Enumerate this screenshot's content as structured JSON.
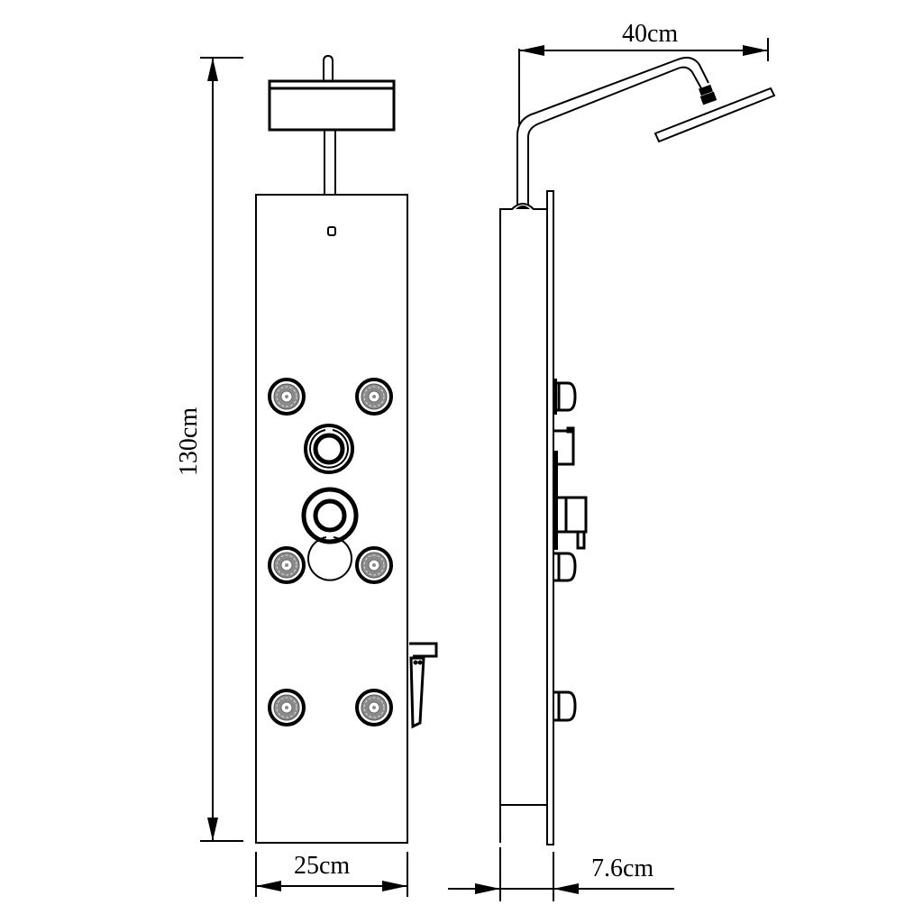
{
  "diagram": {
    "title": "Shower panel dimension drawing",
    "views": [
      {
        "name": "front-view",
        "description": "Front view of shower panel with overhead rain shower head"
      },
      {
        "name": "side-view",
        "description": "Side view of shower panel with angled shower arm"
      }
    ],
    "dimensions": {
      "height": {
        "label": "130cm",
        "value": 130,
        "unit": "cm"
      },
      "width": {
        "label": "25cm",
        "value": 25,
        "unit": "cm"
      },
      "depth": {
        "label": "7.6cm",
        "value": 7.6,
        "unit": "cm"
      },
      "arm_reach": {
        "label": "40cm",
        "value": 40,
        "unit": "cm"
      }
    },
    "components": {
      "body_jets": 6,
      "control_knobs": 2,
      "top_nozzle": 1,
      "hand_shower_spout": 1
    },
    "colors": {
      "line": "#000000",
      "jet_fill": "#8a8a8a",
      "background": "#ffffff"
    }
  }
}
